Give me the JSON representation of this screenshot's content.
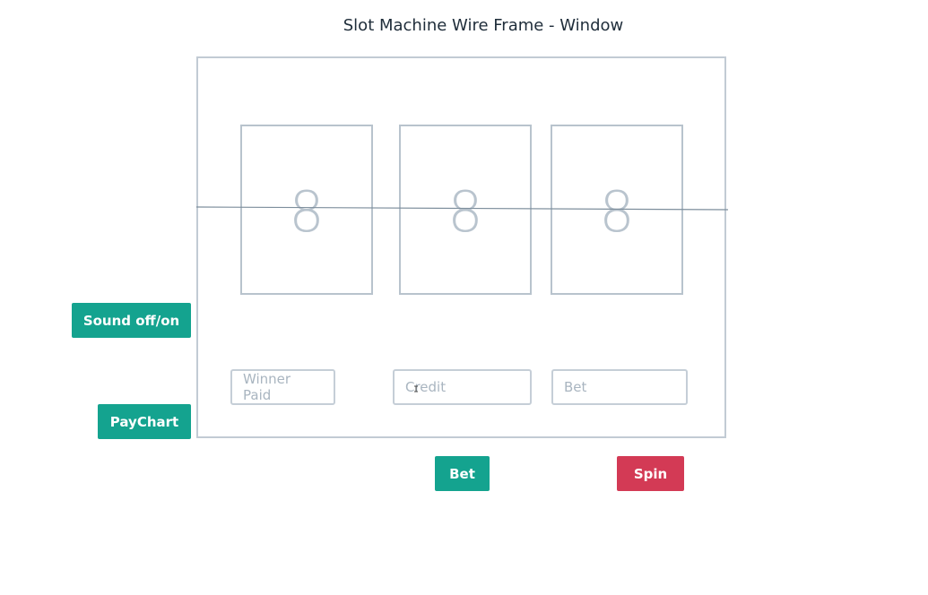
{
  "window": {
    "title": "Slot Machine Wire Frame - Window"
  },
  "reels": [
    {
      "value": "8"
    },
    {
      "value": "8"
    },
    {
      "value": "8"
    }
  ],
  "fields": {
    "winner_paid_placeholder": "Winner Paid",
    "credit_placeholder": "Credit",
    "bet_placeholder": "Bet"
  },
  "buttons": {
    "sound_label": "Sound off/on",
    "paychart_label": "PayChart",
    "bet_label": "Bet",
    "spin_label": "Spin"
  },
  "colors": {
    "primary_button": "#14a38f",
    "spin_button": "#d33a55",
    "wireframe_border": "#c2cbd4",
    "payline": "#7d8e9c"
  }
}
